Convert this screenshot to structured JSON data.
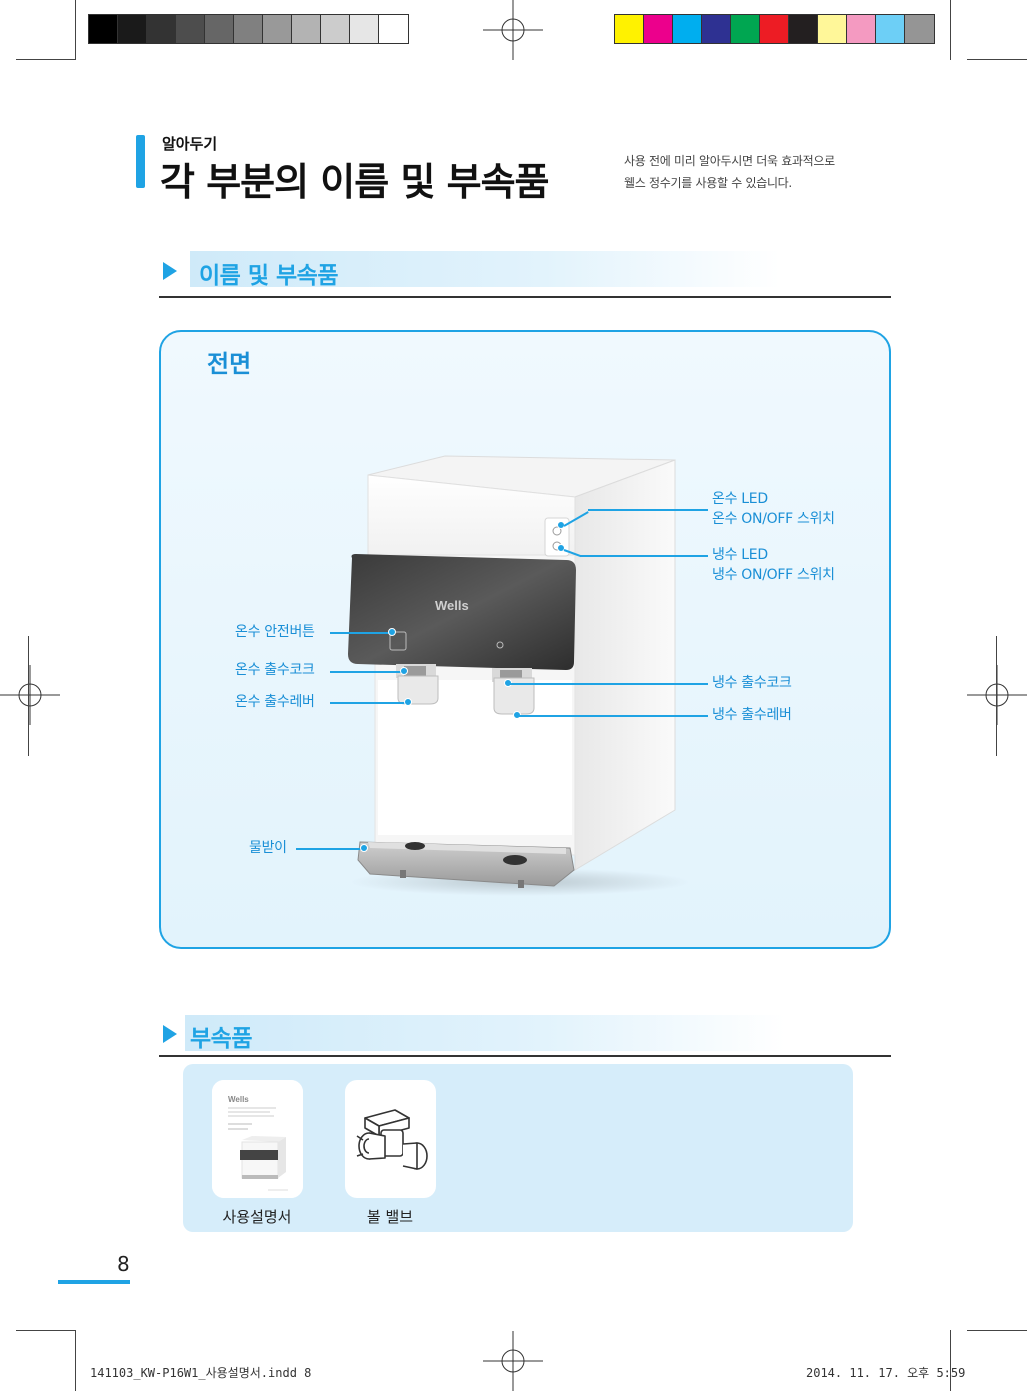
{
  "header": {
    "small": "알아두기",
    "title": "각 부분의 이름 및 부속품",
    "description": "사용 전에 미리 알아두시면 더욱 효과적으로\n웰스 정수기를 사용할 수 있습니다."
  },
  "section_names": {
    "title": "이름 및 부속품"
  },
  "front_panel": {
    "title": "전면",
    "product_brand": "Wells",
    "callouts": {
      "hot_led": "온수 LED",
      "hot_switch": "온수 ON/OFF 스위치",
      "cold_led": "냉수 LED",
      "cold_switch": "냉수 ON/OFF 스위치",
      "hot_safety": "온수 안전버튼",
      "hot_cock": "온수 출수코크",
      "hot_lever": "온수 출수레버",
      "cold_cock": "냉수 출수코크",
      "cold_lever": "냉수 출수레버",
      "drip_tray": "물받이"
    }
  },
  "section_acc": {
    "title": "부속품"
  },
  "accessories": [
    {
      "label": "사용설명서",
      "icon": "manual-booklet-icon",
      "brand": "Wells"
    },
    {
      "label": "볼 밸브",
      "icon": "ball-valve-icon"
    }
  ],
  "page_number": "8",
  "footer": {
    "file": "141103_KW-P16W1_사용설명서.indd   8",
    "datetime": "2014. 11. 17.   오후 5:59"
  },
  "colors": {
    "accent": "#1fa3e4",
    "panel_bg": "#e2f3fc",
    "swatches_gray": [
      "#000000",
      "#1a1a1a",
      "#333333",
      "#4d4d4d",
      "#666666",
      "#808080",
      "#999999",
      "#b3b3b3",
      "#cccccc",
      "#e6e6e6",
      "#ffffff"
    ],
    "swatches_color": [
      "#fff200",
      "#ec008c",
      "#00aeef",
      "#2e3192",
      "#00a651",
      "#ed1c24",
      "#231f20",
      "#fff799",
      "#f49ac1",
      "#6dcff6",
      "#959595"
    ]
  }
}
